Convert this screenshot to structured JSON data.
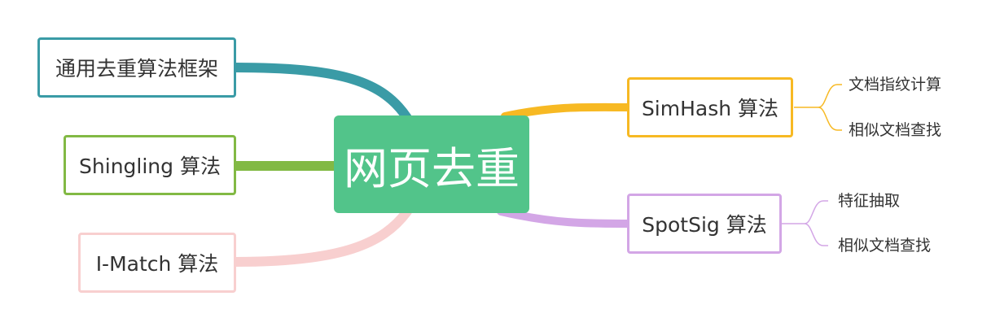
{
  "colors": {
    "center": "#52c48a",
    "teal": "#3a9ba6",
    "green": "#82b944",
    "pink": "#f8cfcf",
    "gold": "#f7b923",
    "purple": "#d3a6e6"
  },
  "root": {
    "label": "网页去重"
  },
  "branches": {
    "framework": {
      "label": "通用去重算法框架"
    },
    "shingling": {
      "label": "Shingling 算法"
    },
    "imatch": {
      "label": "I-Match 算法"
    },
    "simhash": {
      "label": "SimHash 算法",
      "children": [
        "文档指纹计算",
        "相似文档查找"
      ]
    },
    "spotsig": {
      "label": "SpotSig 算法",
      "children": [
        "特征抽取",
        "相似文档查找"
      ]
    }
  }
}
